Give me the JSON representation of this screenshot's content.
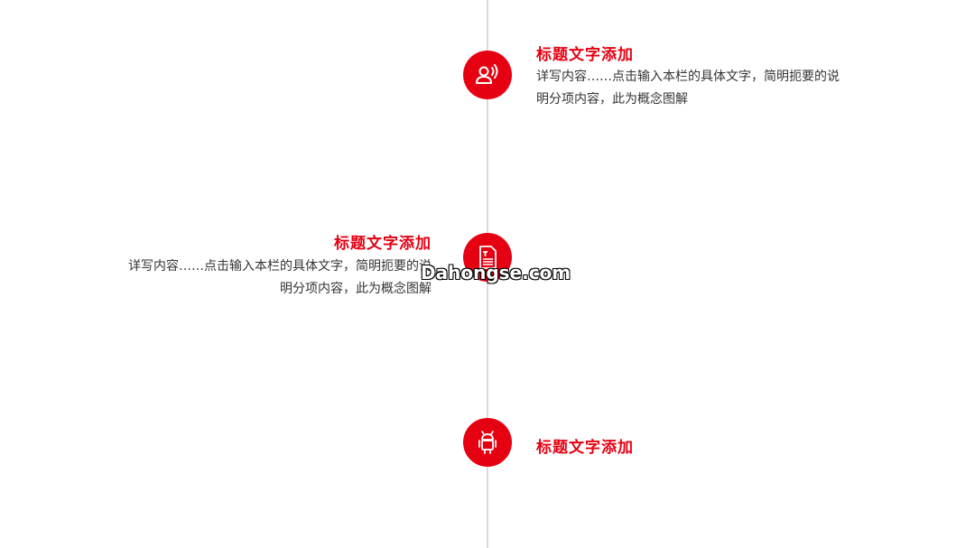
{
  "colors": {
    "accent": "#e50012",
    "line": "#d9d9d9",
    "text": "#333333"
  },
  "items": [
    {
      "icon": "user-voice-icon",
      "title": "标题文字添加",
      "desc": "详写内容……点击输入本栏的具体文字，简明扼要的说明分项内容，此为概念图解"
    },
    {
      "icon": "document-icon",
      "title": "标题文字添加",
      "desc": "详写内容……点击输入本栏的具体文字，简明扼要的说明分项内容，此为概念图解"
    },
    {
      "icon": "android-icon",
      "title": "标题文字添加"
    }
  ],
  "watermark": "Dahongse.com"
}
